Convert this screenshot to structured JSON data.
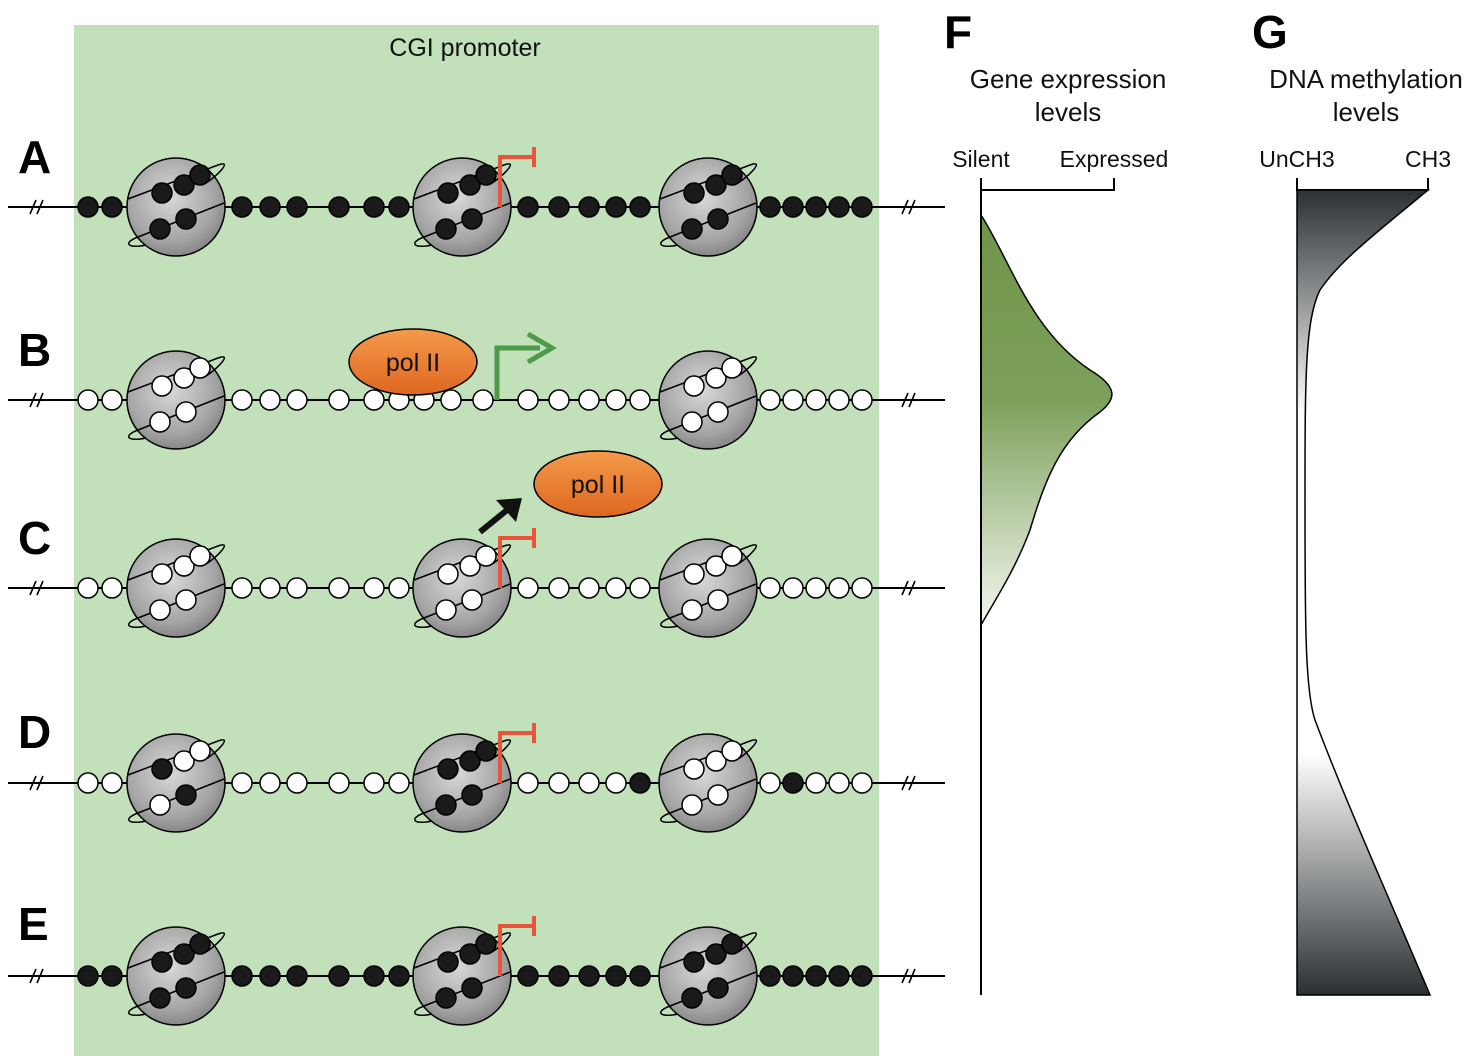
{
  "promoter_label": "CGI promoter",
  "rows": [
    {
      "letter": "A",
      "state": "all-methylated",
      "transcription": "blocked"
    },
    {
      "letter": "B",
      "state": "unmethylated-active",
      "transcription": "active",
      "polymerase": "pol II"
    },
    {
      "letter": "C",
      "state": "unmethylated",
      "transcription": "blocked",
      "polymerase": "pol II"
    },
    {
      "letter": "D",
      "state": "partially-methylated",
      "transcription": "blocked"
    },
    {
      "letter": "E",
      "state": "all-methylated",
      "transcription": "blocked"
    }
  ],
  "panel_f": {
    "letter": "F",
    "title_line1": "Gene expression",
    "title_line2": "levels",
    "axis_left": "Silent",
    "axis_right": "Expressed"
  },
  "panel_g": {
    "letter": "G",
    "title_line1": "DNA methylation",
    "title_line2": "levels",
    "axis_left": "UnCH3",
    "axis_right": "CH3"
  },
  "colors": {
    "promoter_bg": "#c2e0b9",
    "pol_ii": "#e8762b",
    "active_arrow": "#4e9a4a",
    "blocked_arrow": "#e8553a",
    "expression_fill": "#7a9e55",
    "methylation_fill": "#2f3436"
  }
}
